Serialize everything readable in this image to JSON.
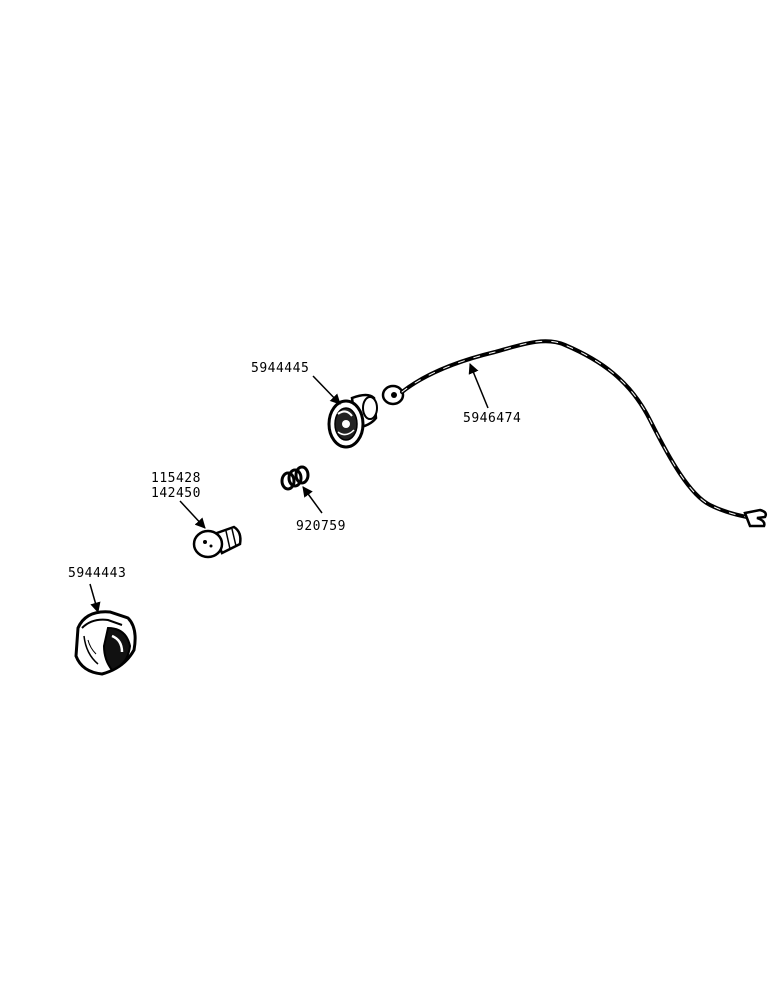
{
  "diagram": {
    "parts": [
      {
        "id": "lamp-body",
        "part_number": "5944445"
      },
      {
        "id": "wire-lead",
        "part_number": "5946474"
      },
      {
        "id": "bulb",
        "part_numbers": [
          "115428",
          "142450"
        ]
      },
      {
        "id": "spring",
        "part_number": "920759"
      },
      {
        "id": "lens-cap",
        "part_number": "5944443"
      }
    ]
  }
}
